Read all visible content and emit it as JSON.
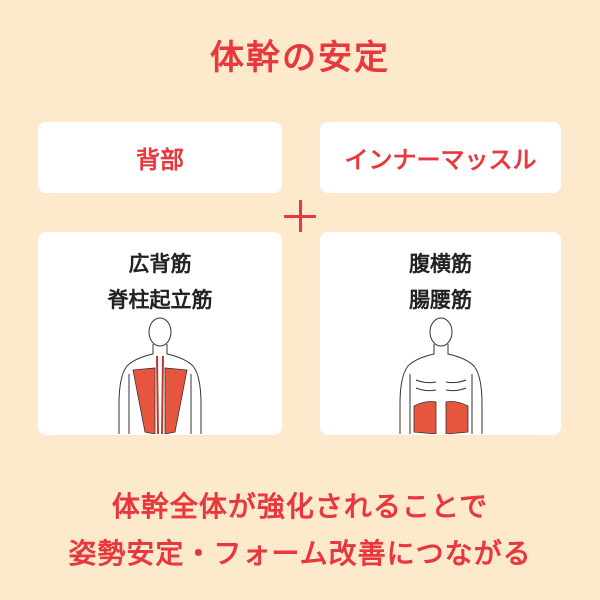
{
  "title": "体幹の安定",
  "categories": [
    {
      "label": "背部"
    },
    {
      "label": "インナーマッスル"
    }
  ],
  "plus_icon": "plus-icon",
  "panels": [
    {
      "muscles": [
        "広背筋",
        "脊柱起立筋"
      ]
    },
    {
      "muscles": [
        "腹横筋",
        "腸腰筋"
      ]
    }
  ],
  "bottom_lines": [
    "体幹全体が強化されることで",
    "姿勢安定・フォーム改善につながる"
  ],
  "colors": {
    "accent": "#e8383d",
    "background": "#fde9cc",
    "muscle": "#e8553f"
  }
}
